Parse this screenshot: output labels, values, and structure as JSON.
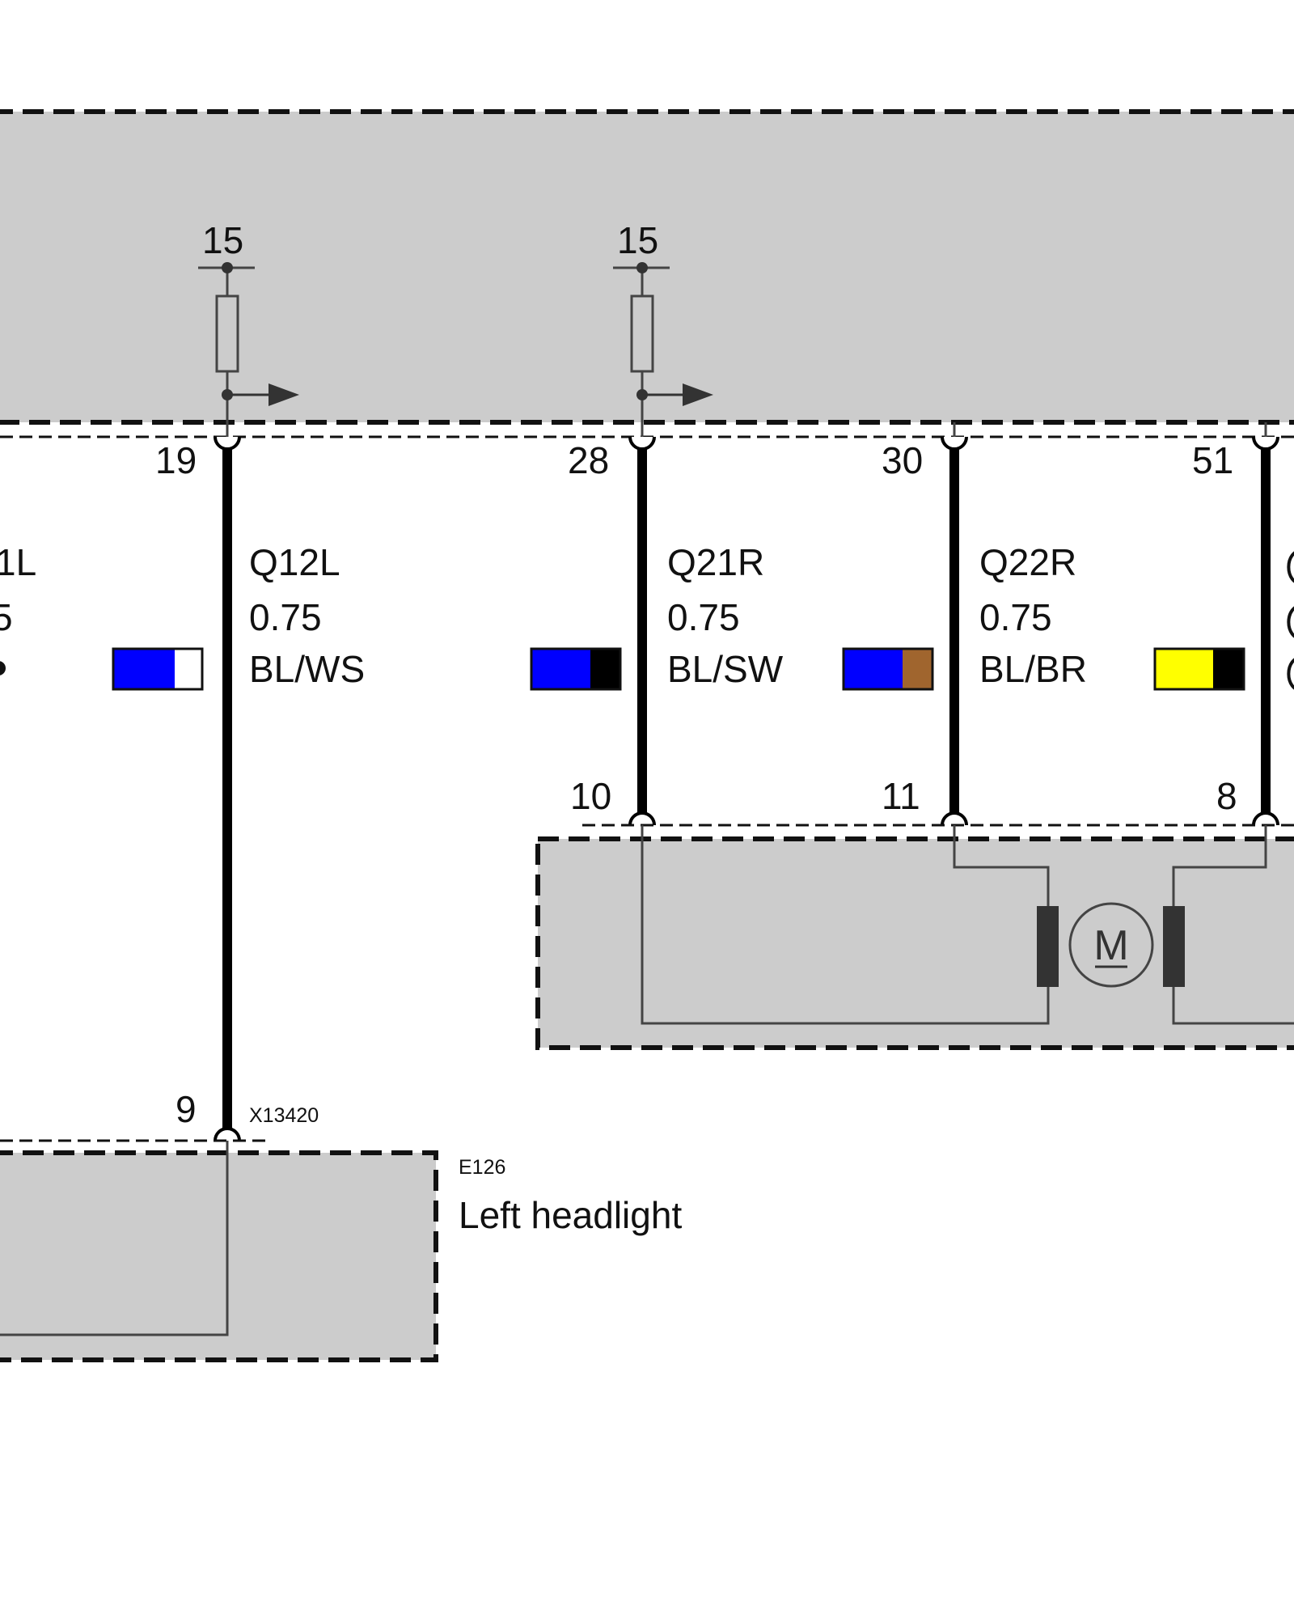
{
  "control_unit": {
    "supply_terminal_label": "15"
  },
  "wires": [
    {
      "id": "partial-left",
      "ctrl_pin": "",
      "code_visible": "1L",
      "size_visible": "5",
      "colors": [
        "#0000ff",
        "#ffffff"
      ]
    },
    {
      "id": "q12l",
      "ctrl_pin": "19",
      "code": "Q12L",
      "size": "0.75",
      "color_code": "BL/WS",
      "colors": [
        "#0000ff",
        "#ffffff"
      ],
      "far_pin": "9"
    },
    {
      "id": "q21r",
      "ctrl_pin": "28",
      "code": "Q21R",
      "size": "0.75",
      "color_code": "BL/SW",
      "colors": [
        "#0000ff",
        "#000000"
      ],
      "far_pin": "10"
    },
    {
      "id": "q22r",
      "ctrl_pin": "30",
      "code": "Q22R",
      "size": "0.75",
      "color_code": "BL/BR",
      "colors": [
        "#0000ff",
        "#a0652e"
      ],
      "far_pin": "11"
    },
    {
      "id": "partial-right",
      "ctrl_pin": "51",
      "colors": [
        "#ffff00",
        "#000000"
      ],
      "far_pin": "8"
    }
  ],
  "headlight": {
    "connector_id": "X13420",
    "component_id": "E126",
    "name": "Left headlight"
  },
  "motor_symbol_letter": "M",
  "colors": {
    "module_fill": "#cccccc",
    "border": "#111111",
    "wire": "#000000",
    "internal_line": "#444444"
  }
}
